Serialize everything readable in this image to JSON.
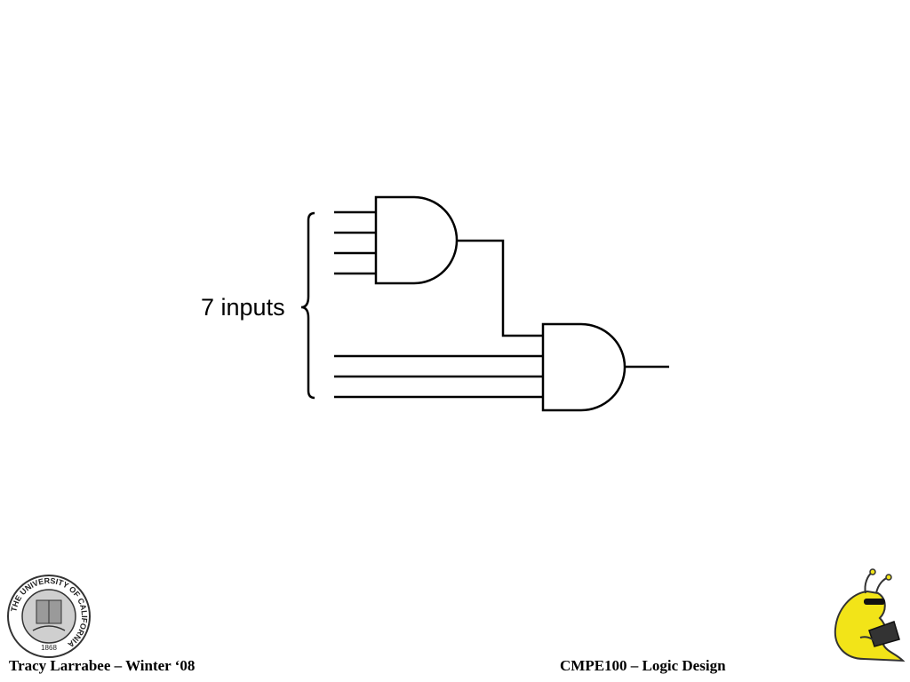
{
  "diagram": {
    "label": "7 inputs",
    "gate_type": "AND",
    "first_gate_inputs": 4,
    "second_gate_direct_inputs": 3,
    "line_color": "#000000"
  },
  "footer": {
    "left": "Tracy Larrabee – Winter ‘08",
    "right": "CMPE100 – Logic Design"
  },
  "seal": {
    "ring_text": "THE UNIVERSITY OF CALIFORNIA",
    "year": "1868"
  },
  "mascot": {
    "icon": "banana-slug-icon",
    "color": "#f2e418"
  }
}
